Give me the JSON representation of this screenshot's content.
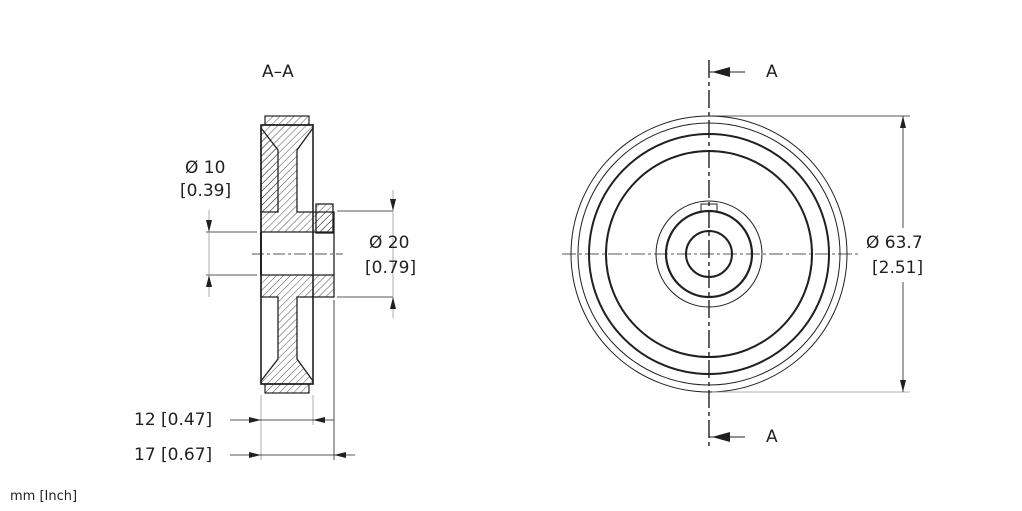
{
  "section_view": {
    "title": "A–A",
    "bore_dia": {
      "mm": "Ø 10",
      "inch": "[0.39]"
    },
    "hub_dia": {
      "mm": "Ø 20",
      "inch": "[0.79]"
    },
    "wheel_width": "12 [0.47]",
    "total_width": "17 [0.67]"
  },
  "front_view": {
    "section_marker_top": "A",
    "section_marker_bottom": "A",
    "outer_dia": {
      "mm": "Ø 63.7",
      "inch": "[2.51]"
    }
  },
  "units_note": "mm [Inch]",
  "colors": {
    "line": "#231f20",
    "dim": "#999999"
  }
}
